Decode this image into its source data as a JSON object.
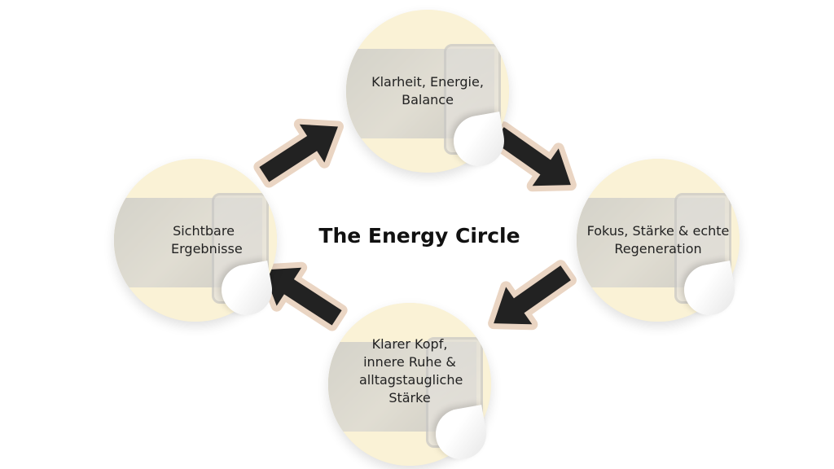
{
  "title": "The Energy Circle",
  "stages": [
    {
      "label": "Klarheit, Energie, Balance"
    },
    {
      "label": "Fokus, Stärke & echte Regeneration"
    },
    {
      "label": "Klarer Kopf, innere Ruhe & alltagstaugliche Stärke"
    },
    {
      "label": "Sichtbare Ergebnisse"
    }
  ],
  "colors": {
    "sticker": "#f6e8b4",
    "arrow": "#222222",
    "arrow_outline": "#ead5c3"
  }
}
